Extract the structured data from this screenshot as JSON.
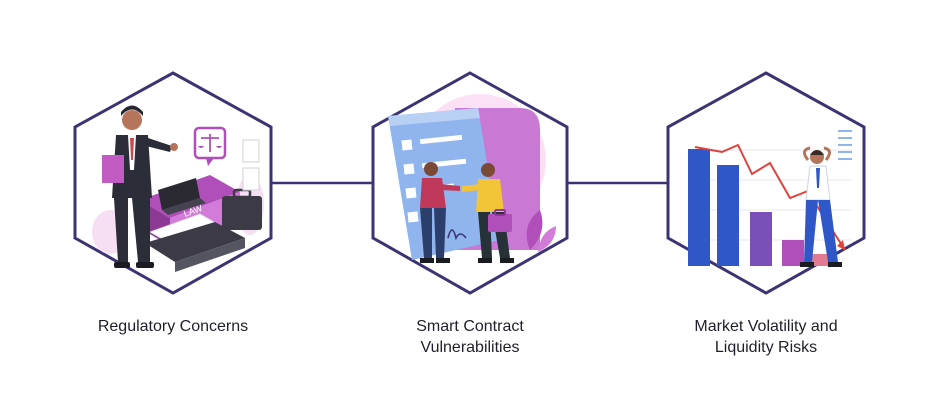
{
  "nodes": [
    {
      "id": "regulatory",
      "lines": [
        "Regulatory Concerns"
      ],
      "icon": "law-book-scales-icon"
    },
    {
      "id": "smart-contract",
      "lines": [
        "Smart Contract",
        "Vulnerabilities"
      ],
      "icon": "contract-handshake-icon"
    },
    {
      "id": "market",
      "lines": [
        "Market Volatility and",
        "Liquidity Risks"
      ],
      "icon": "falling-bar-chart-icon"
    }
  ],
  "colors": {
    "hex_border": "#3b3473",
    "connector": "#3b3473",
    "purple": "#b04fb9",
    "pink": "#f3c6ee",
    "blue": "#2f57c8",
    "light_blue": "#8fb4ee",
    "red_line": "#e0413b",
    "dark": "#263238",
    "yellow": "#f2c438"
  }
}
